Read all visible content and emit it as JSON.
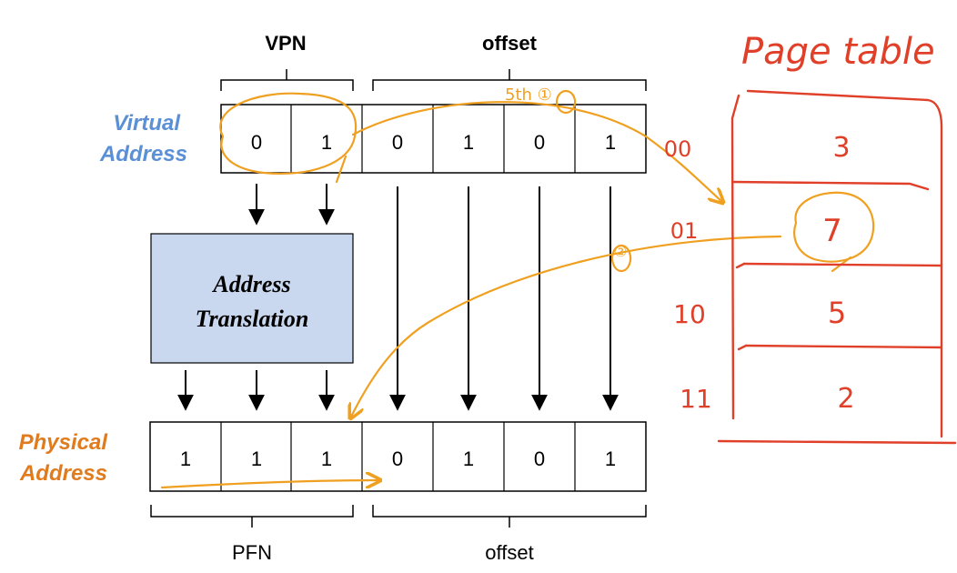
{
  "virtual_address": {
    "label_line1": "Virtual",
    "label_line2": "Address",
    "vpn_header": "VPN",
    "offset_header": "offset",
    "bits": [
      "0",
      "1",
      "0",
      "1",
      "0",
      "1"
    ]
  },
  "translation_box": {
    "line1": "Address",
    "line2": "Translation"
  },
  "physical_address": {
    "label_line1": "Physical",
    "label_line2": "Address",
    "pfn_footer": "PFN",
    "offset_footer": "offset",
    "bits": [
      "1",
      "1",
      "1",
      "0",
      "1",
      "0",
      "1"
    ]
  },
  "page_table": {
    "title": "Page table",
    "rows": [
      {
        "index": "00",
        "value": "3"
      },
      {
        "index": "01",
        "value": "7"
      },
      {
        "index": "10",
        "value": "5"
      },
      {
        "index": "11",
        "value": "2"
      }
    ]
  },
  "annotations": {
    "step1": "5th ①",
    "step2": "②"
  },
  "colors": {
    "virtual_label": "#5b8fd6",
    "physical_label": "#e07b1e",
    "translation_fill": "#c9d8ef",
    "annotation_orange": "#f0a020",
    "handwriting_red": "#e0402a",
    "ink": "#000000"
  }
}
